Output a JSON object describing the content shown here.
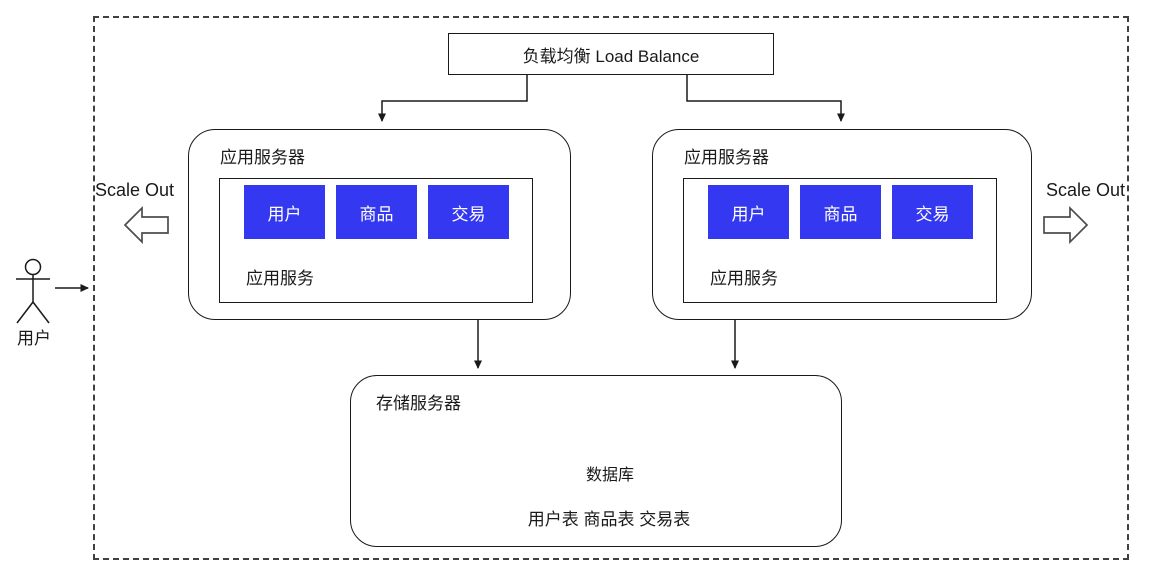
{
  "diagram": {
    "load_balancer": {
      "label": "负载均衡 Load Balance"
    },
    "app_servers": [
      {
        "title": "应用服务器",
        "platform_label": "应用服务",
        "services": [
          "用户",
          "商品",
          "交易"
        ]
      },
      {
        "title": "应用服务器",
        "platform_label": "应用服务",
        "services": [
          "用户",
          "商品",
          "交易"
        ]
      }
    ],
    "storage_server": {
      "title": "存储服务器",
      "database_label": "数据库",
      "tables_label": "用户表 商品表 交易表"
    },
    "actor": {
      "label": "用户"
    },
    "scale_out_left": {
      "label": "Scale Out"
    },
    "scale_out_right": {
      "label": "Scale Out"
    },
    "colors": {
      "service_fill": "#3438f0",
      "service_text": "#ffffff",
      "stroke": "#1a1a1a",
      "boundary_dash": "#404040"
    }
  }
}
